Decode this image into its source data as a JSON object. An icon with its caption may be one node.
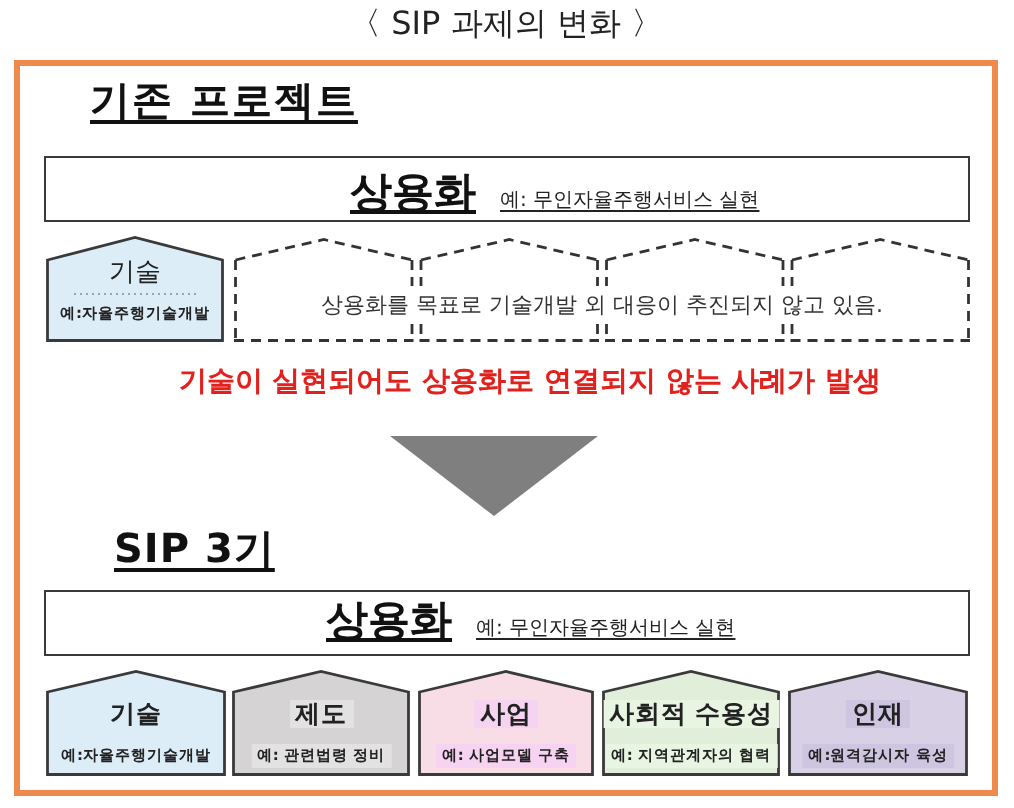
{
  "diagram": {
    "title": "〈 SIP 과제의 변화 〉",
    "nodes": [
      {
        "text": [
          "상용화",
          "예: 무인자율주행서비스 실현"
        ]
      },
      {
        "text": [
          "기술",
          "예:자율주행기술개발"
        ]
      },
      {
        "text": [
          "상용화를 목표로 기술개발 외 대응이 추진되지 않고 있음."
        ]
      },
      {
        "text": [
          "상용화",
          "예: 무인자율주행서비스 실현"
        ]
      },
      {
        "text": [
          "기술",
          "예:자율주행기술개발"
        ]
      },
      {
        "text": [
          "제도",
          "예: 관련법령 정비"
        ]
      },
      {
        "text": [
          "사업",
          "예: 사업모델 구축"
        ]
      },
      {
        "text": [
          "사회적 수용성",
          "예: 지역관계자의 협력"
        ]
      },
      {
        "text": [
          "인재",
          "예:원격감시자 육성"
        ]
      }
    ],
    "labels": [
      "기존 프로젝트",
      "기술이 실현되어도 상용화로 연결되지 않는 사례가 발생",
      "SIP 3기"
    ]
  }
}
